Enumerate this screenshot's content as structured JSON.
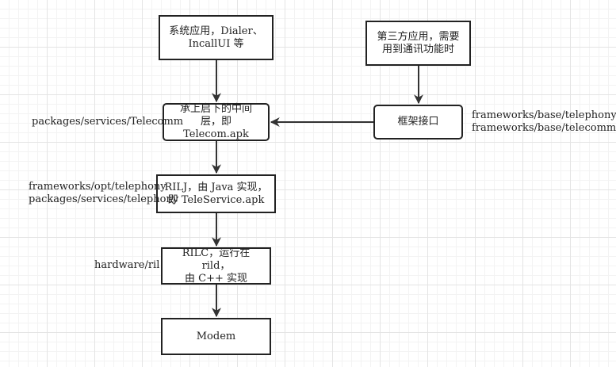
{
  "nodes": {
    "system_apps": "系统应用，Dialer、\nIncallUI 等",
    "third_party_apps": "第三方应用，需要\n用到通讯功能时",
    "telecom": "承上启下的中间\n层，即 Telecom.apk",
    "framework_api": "框架接口",
    "rilj": "RILJ，由 Java 实现，\n即 TeleService.apk",
    "rilc": "RILC，运行在 rild，\n由 C++ 实现",
    "modem": "Modem"
  },
  "labels": {
    "telecom_path": "packages/services/Telecomm",
    "framework_path": "frameworks/base/telephony\nframeworks/base/telecomm",
    "rilj_path": "frameworks/opt/telephony\npackages/services/telephony",
    "rilc_path": "hardware/ril"
  }
}
